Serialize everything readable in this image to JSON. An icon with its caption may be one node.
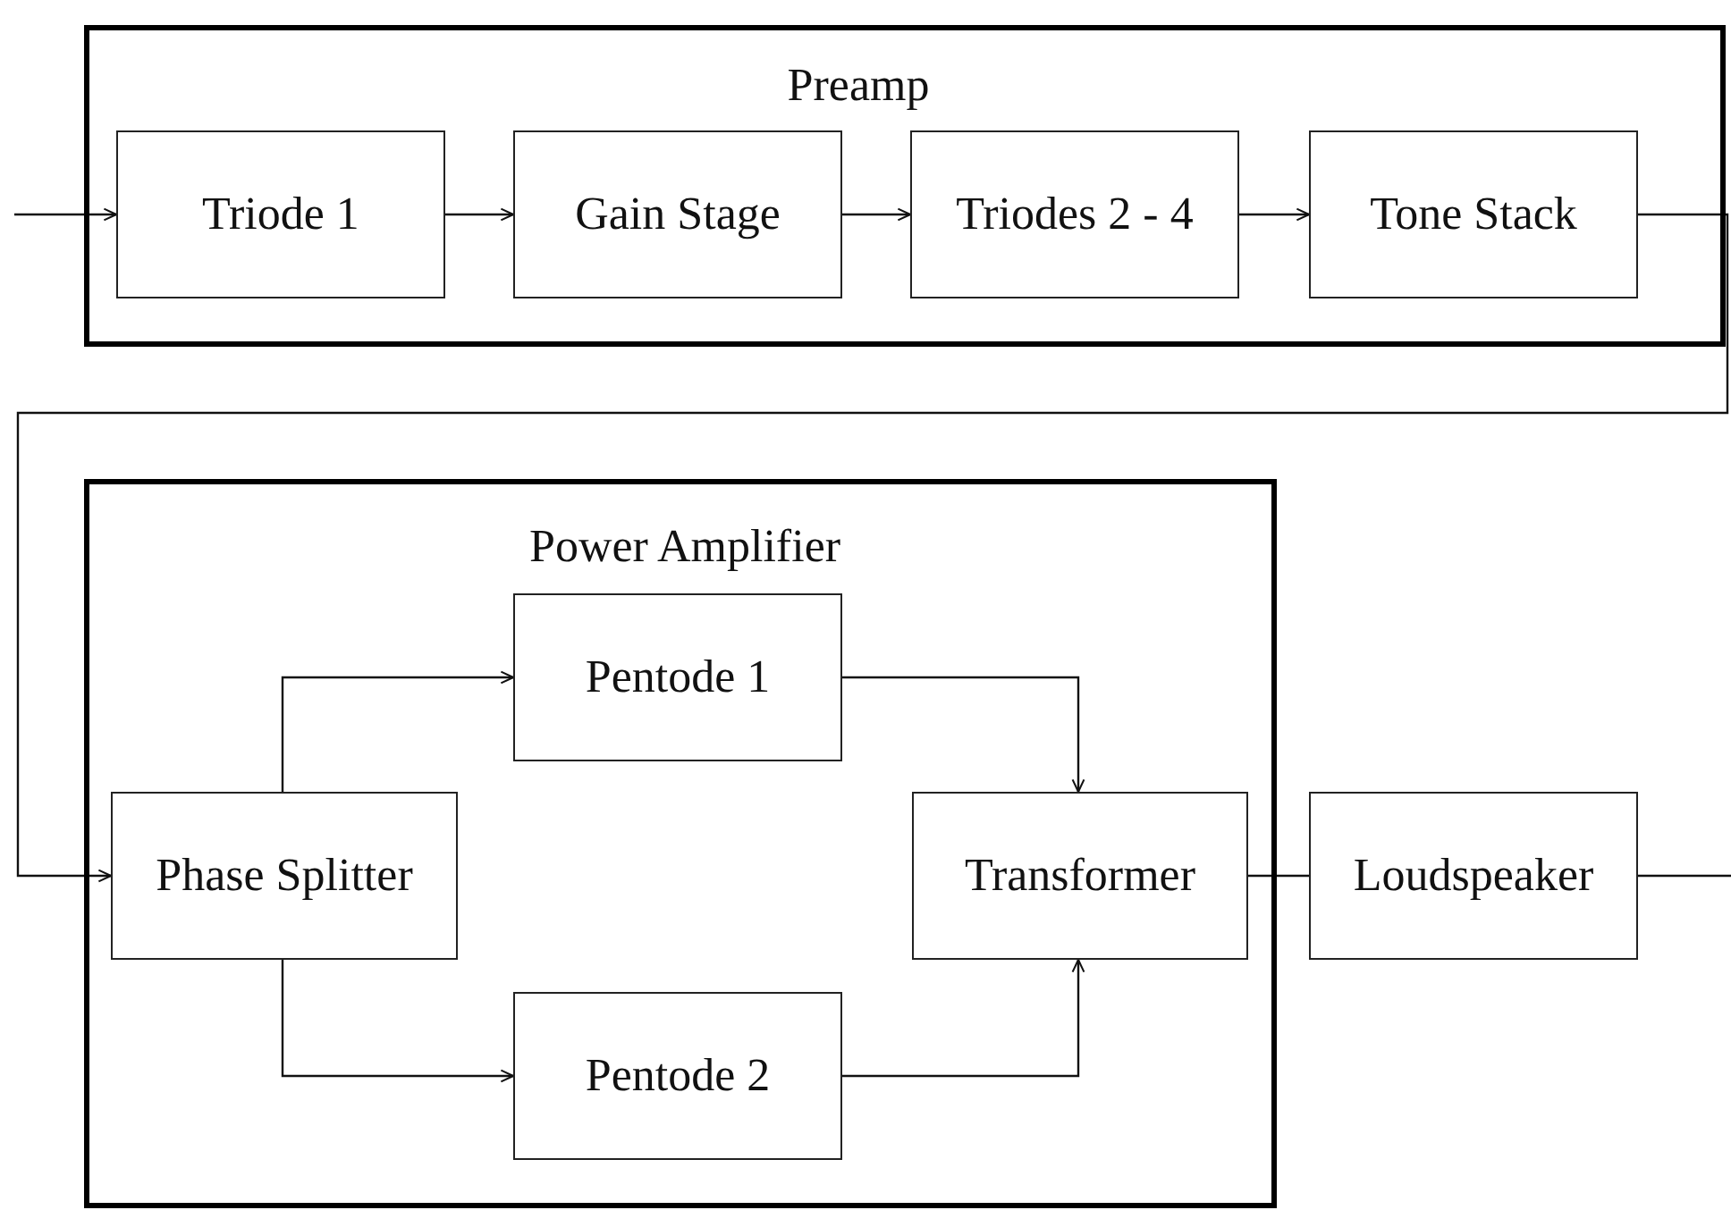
{
  "diagram": {
    "nodes": [
      {
        "text": [
          "Preamp"
        ]
      },
      {
        "text": [
          "Triode 1"
        ],
        "in": 0
      },
      {
        "text": [
          "Gain Stage"
        ],
        "in": 0
      },
      {
        "text": [
          "Triodes 2 - 4"
        ],
        "in": 0
      },
      {
        "text": [
          "Tone Stack"
        ],
        "in": 0
      },
      {
        "text": [
          "Power Amplifier"
        ]
      },
      {
        "text": [
          "Pentode 1"
        ],
        "in": 5
      },
      {
        "text": [
          "Phase Splitter"
        ],
        "in": 5
      },
      {
        "text": [
          "Transformer"
        ],
        "in": 5
      },
      {
        "text": [
          "Pentode 2"
        ],
        "in": 5
      },
      {
        "text": [
          "Loudspeaker"
        ]
      }
    ],
    "edges": [
      {
        "from": null,
        "to": 1,
        "arrow": "to"
      },
      {
        "from": 1,
        "to": 2,
        "arrow": "to"
      },
      {
        "from": 2,
        "to": 3,
        "arrow": "to"
      },
      {
        "from": 3,
        "to": 4,
        "arrow": "to"
      },
      {
        "from": 4,
        "to": 7,
        "arrow": "to"
      },
      {
        "from": 7,
        "to": 6,
        "arrow": "to"
      },
      {
        "from": 7,
        "to": 9,
        "arrow": "to"
      },
      {
        "from": 6,
        "to": 8,
        "arrow": "to"
      },
      {
        "from": 9,
        "to": 8,
        "arrow": "to"
      },
      {
        "from": 8,
        "to": 10,
        "arrow": "none"
      },
      {
        "from": 10,
        "to": null,
        "arrow": "none"
      }
    ]
  }
}
